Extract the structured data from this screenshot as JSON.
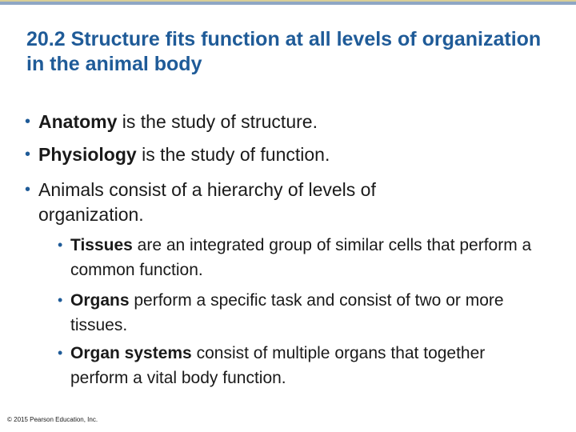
{
  "slide": {
    "title": "20.2 Structure fits function at all levels of organization in the animal body",
    "bullets": [
      {
        "term": "Anatomy",
        "text": " is the study of structure."
      },
      {
        "term": "Physiology",
        "text": " is the study of function."
      },
      {
        "term": "",
        "text": "Animals consist of a hierarchy of levels of organization."
      }
    ],
    "sub_bullets": [
      {
        "term": "Tissues",
        "text": " are an integrated group of similar cells that perform a common function."
      },
      {
        "term": "Organs",
        "text": " perform a specific task and consist of two or more tissues."
      },
      {
        "term": "Organ systems",
        "text": " consist of multiple organs that together perform a vital body function."
      }
    ],
    "bullet_symbol": "•",
    "copyright": "© 2015 Pearson Education, Inc."
  },
  "colors": {
    "title": "#1f5b98",
    "bullet": "#1f5b98",
    "body_text": "#1a1a1a",
    "top_bar_gold": "#d9cf96",
    "top_bar_blue": "#8ea6c4"
  }
}
